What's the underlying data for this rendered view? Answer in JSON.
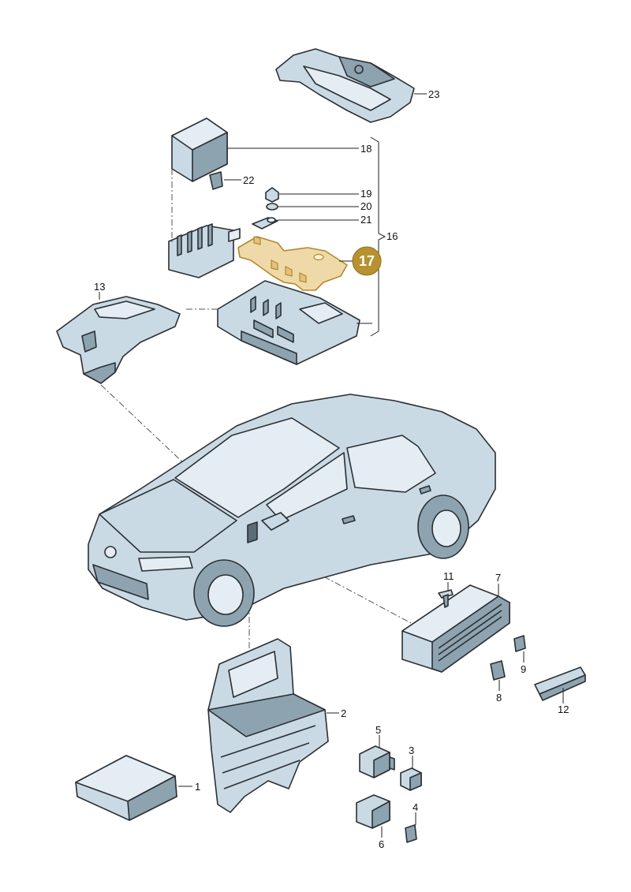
{
  "callouts": [
    {
      "id": "23",
      "label": "23"
    },
    {
      "id": "18",
      "label": "18"
    },
    {
      "id": "22",
      "label": "22"
    },
    {
      "id": "19",
      "label": "19"
    },
    {
      "id": "20",
      "label": "20"
    },
    {
      "id": "21",
      "label": "21"
    },
    {
      "id": "16",
      "label": "16"
    },
    {
      "id": "17",
      "label": "17"
    },
    {
      "id": "13",
      "label": "13"
    },
    {
      "id": "11",
      "label": "11"
    },
    {
      "id": "7",
      "label": "7"
    },
    {
      "id": "9",
      "label": "9"
    },
    {
      "id": "8",
      "label": "8"
    },
    {
      "id": "12",
      "label": "12"
    },
    {
      "id": "2",
      "label": "2"
    },
    {
      "id": "5",
      "label": "5"
    },
    {
      "id": "3",
      "label": "3"
    },
    {
      "id": "1",
      "label": "1"
    },
    {
      "id": "4",
      "label": "4"
    },
    {
      "id": "6",
      "label": "6"
    }
  ],
  "colors": {
    "part_fill": "#c9dae4",
    "highlight_fill": "#f0d9a8",
    "highlight_stroke": "#b08a2e",
    "badge": "#b89230"
  }
}
